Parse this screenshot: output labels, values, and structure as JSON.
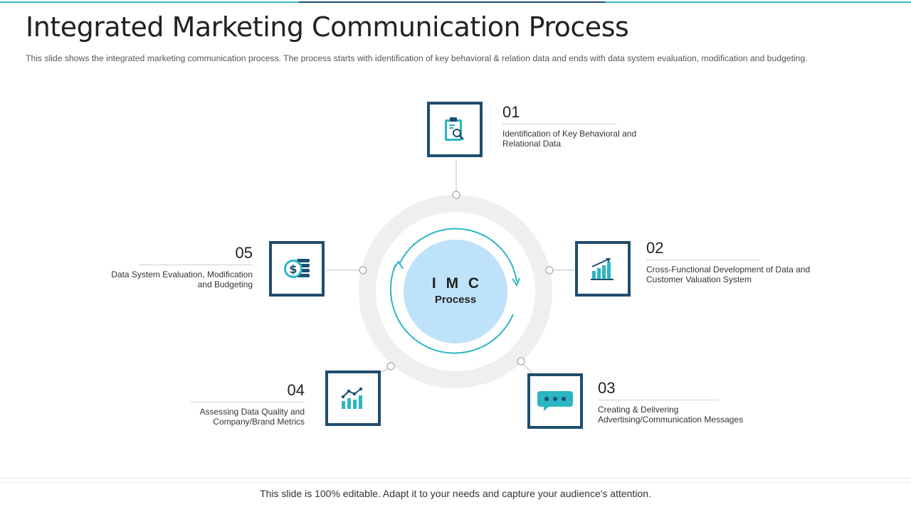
{
  "slide": {
    "title": "Integrated Marketing Communication Process",
    "subtitle": "This slide shows the integrated marketing communication process. The process starts with identification of key behavioral  & relation data and ends with data system evaluation,  modification and budgeting.",
    "footer": "This slide is 100% editable. Adapt it to your needs and capture your audience's attention."
  },
  "center": {
    "title": "I M C",
    "subtitle": "Process"
  },
  "steps": [
    {
      "number": "01",
      "line1": "Identification of Key Behavioral and",
      "line2": "Relational Data",
      "icon": "clipboard-search-icon"
    },
    {
      "number": "02",
      "line1": "Cross-Functional Development of Data and",
      "line2": "Customer Valuation System",
      "icon": "bar-chart-growth-icon"
    },
    {
      "number": "03",
      "line1": "Creating & Delivering",
      "line2": "Advertising/Communication Messages",
      "icon": "chat-bubble-icon"
    },
    {
      "number": "04",
      "line1": "Assessing Data Quality and",
      "line2": "Company/Brand Metrics",
      "icon": "line-bar-chart-icon"
    },
    {
      "number": "05",
      "line1": "Data System Evaluation, Modification",
      "line2": "and Budgeting",
      "icon": "dollar-coins-icon"
    }
  ],
  "colors": {
    "accent_teal": "#2bb6c4",
    "box_border": "#1f4d6e",
    "inner_circle": "#bfe2fb",
    "outer_ring": "#efefef"
  }
}
